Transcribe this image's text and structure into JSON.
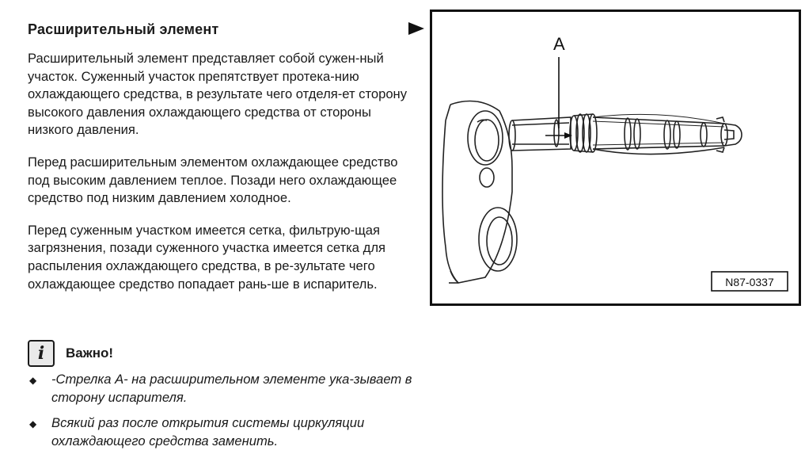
{
  "section": {
    "title": "Расширительный элемент",
    "paragraphs": [
      "Расширительный элемент представляет собой сужен-ный участок. Суженный участок препятствует протека-нию охлаждающего средства, в результате чего отделя-ет сторону высокого давления охлаждающего средства от стороны низкого давления.",
      "Перед расширительным элементом охлаждающее средство под высоким давлением теплое. Позади него охлаждающее средство под низким давлением холодное.",
      "Перед суженным участком имеется сетка, фильтрую-щая загрязнения, позади суженного участка имеется сетка для распыления охлаждающего средства, в ре-зультате чего охлаждающее средство попадает рань-ше в испаритель."
    ]
  },
  "note": {
    "icon": "info-icon",
    "title": "Важно!",
    "items": [
      "-Стрелка А- на расширительном элементе ука-зывает в сторону испарителя.",
      "Всякий раз после открытия системы циркуляции охлаждающего средства заменить."
    ]
  },
  "figure": {
    "label": "A",
    "code": "N87-0337"
  }
}
